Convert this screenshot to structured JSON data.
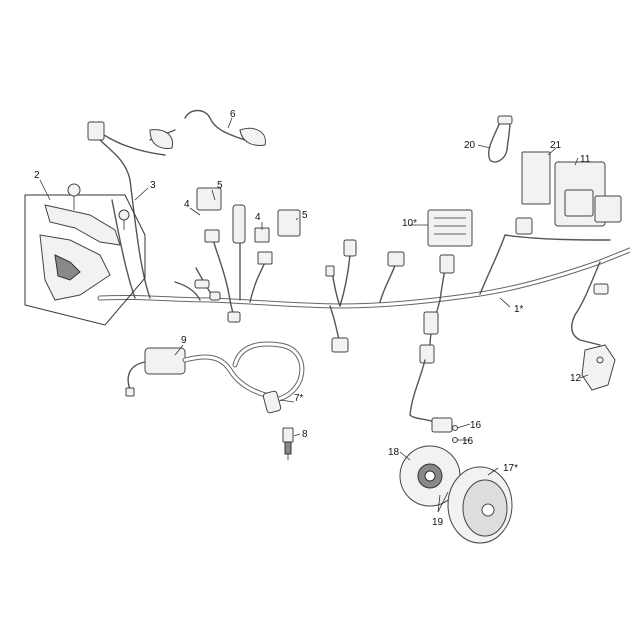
{
  "labels": {
    "l1": "1*",
    "l2": "2",
    "l3": "3",
    "l4a": "4",
    "l4b": "4",
    "l5a": "5",
    "l5b": "5",
    "l6": "6",
    "l7": "7*",
    "l8": "8",
    "l9": "9",
    "l10": "10*",
    "l11": "11",
    "l12": "12",
    "l16a": "16",
    "l16b": "16",
    "l17": "17*",
    "l18": "18",
    "l19": "19",
    "l20": "20",
    "l21": "21"
  }
}
